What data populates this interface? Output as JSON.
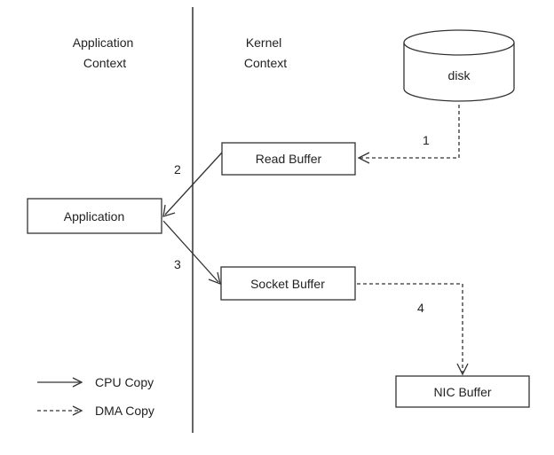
{
  "contexts": {
    "application": [
      "Application",
      "Context"
    ],
    "kernel": [
      "Kernel",
      "Context"
    ]
  },
  "nodes": {
    "disk": "disk",
    "read_buffer": "Read Buffer",
    "application": "Application",
    "socket_buffer": "Socket Buffer",
    "nic_buffer": "NIC Buffer"
  },
  "steps": {
    "s1": "1",
    "s2": "2",
    "s3": "3",
    "s4": "4"
  },
  "legend": {
    "cpu_copy": "CPU  Copy",
    "dma_copy": "DMA Copy"
  },
  "colors": {
    "stroke": "#333333",
    "text": "#222222",
    "background": "#ffffff"
  }
}
